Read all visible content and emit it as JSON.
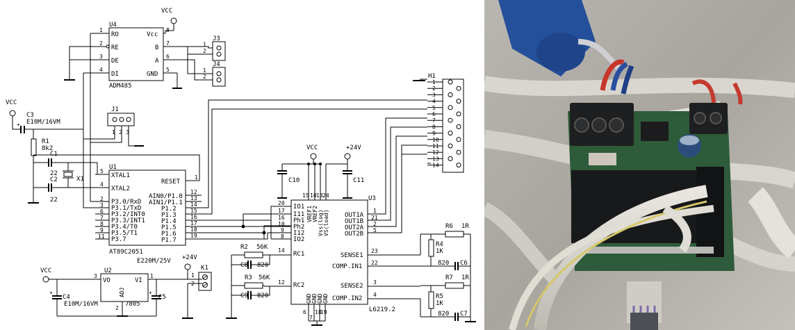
{
  "schematic": {
    "power": {
      "vcc": "VCC",
      "p24": "+24V"
    },
    "u4": {
      "ref": "U4",
      "part": "ADM485",
      "pins": {
        "ro": "RO",
        "re": "RE",
        "de": "DE",
        "di": "DI",
        "vcc": "Vcc",
        "b": "B",
        "a": "A",
        "gnd": "GND"
      },
      "nums": [
        "1",
        "2",
        "3",
        "4",
        "8",
        "7",
        "6",
        "5"
      ]
    },
    "connectors": {
      "j3": "J3",
      "j4": "J4",
      "j1": "J1",
      "h1": "H1",
      "k1": "K1"
    },
    "h1_pins": [
      "1",
      "2",
      "3",
      "4",
      "5",
      "6",
      "7",
      "8",
      "9",
      "10",
      "11",
      "12",
      "13",
      "14"
    ],
    "c3": {
      "ref": "C3",
      "val": "E10M/16VM"
    },
    "r1": {
      "ref": "R1",
      "val": "8k2"
    },
    "c1": {
      "ref": "C1",
      "val": "22"
    },
    "c2": {
      "ref": "C2",
      "val": "22"
    },
    "x1": "X1",
    "u1": {
      "ref": "U1",
      "part": "AT89C2051",
      "left": [
        "XTAL1",
        "XTAL2",
        "P3.0/RxD",
        "P3.1/TxD",
        "P3.2/INT0",
        "P3.3/INT1",
        "P3.4/T0",
        "P3.5/T1",
        "P3.7"
      ],
      "left_nums": [
        "5",
        "4",
        "2",
        "3",
        "6",
        "7",
        "8",
        "9",
        "11"
      ],
      "right": [
        "RESET",
        "AIN0/P1.0",
        "AIN1/P1.1",
        "P1.2",
        "P1.3",
        "P1.4",
        "P1.5",
        "P1.6",
        "P1.7"
      ],
      "right_nums": [
        "1",
        "12",
        "13",
        "14",
        "15",
        "16",
        "17",
        "18",
        "19"
      ]
    },
    "c10": "C10",
    "c11": "C11",
    "u3": {
      "ref": "U3",
      "part": "L6219.2",
      "top": [
        "VREF1",
        "VREF2",
        "Vss(log)",
        "VS(load)"
      ],
      "top_nums": [
        "15",
        "10",
        "13",
        "24"
      ],
      "left": [
        "IO1",
        "I11",
        "Ph1",
        "Ph2",
        "I12",
        "IO2",
        "RC1",
        "RC2"
      ],
      "left_nums": [
        "20",
        "17",
        "16",
        "10",
        "9",
        "8",
        "14",
        "12"
      ],
      "right": [
        "OUT1A",
        "OUT1B",
        "OUT2A",
        "OUT2B",
        "SENSE1",
        "COMP.IN1",
        "SENSE2",
        "COMP.IN2"
      ],
      "right_nums": [
        "1",
        "21",
        "2",
        "5",
        "23",
        "22",
        "3",
        "4"
      ],
      "gnd": "GND",
      "gnd_nums": [
        "6",
        "7",
        "18",
        "19"
      ]
    },
    "r2": {
      "ref": "R2",
      "val": "56K"
    },
    "r3": {
      "ref": "R3",
      "val": "56K"
    },
    "c8": {
      "ref": "C8",
      "val": "820"
    },
    "c9": {
      "ref": "C9",
      "val": "820"
    },
    "r6": {
      "ref": "R6",
      "val": "1R"
    },
    "r7": {
      "ref": "R7",
      "val": "1R"
    },
    "r4": {
      "ref": "R4",
      "val": "1K"
    },
    "r5": {
      "ref": "R5",
      "val": "1K"
    },
    "c6": {
      "ref": "C6",
      "val": "820"
    },
    "c7": {
      "ref": "C7",
      "val": "820"
    },
    "u2": {
      "ref": "U2",
      "part": "7805",
      "vo": "VO",
      "vi": "VI",
      "adj": "ADJ",
      "nums": [
        "3",
        "1",
        "2"
      ]
    },
    "c4": {
      "ref": "C4",
      "val": "E10M/16VM"
    },
    "c5": {
      "ref": "C5",
      "val": "E220M/25V"
    },
    "k1_pins": [
      "1",
      "2"
    ]
  }
}
